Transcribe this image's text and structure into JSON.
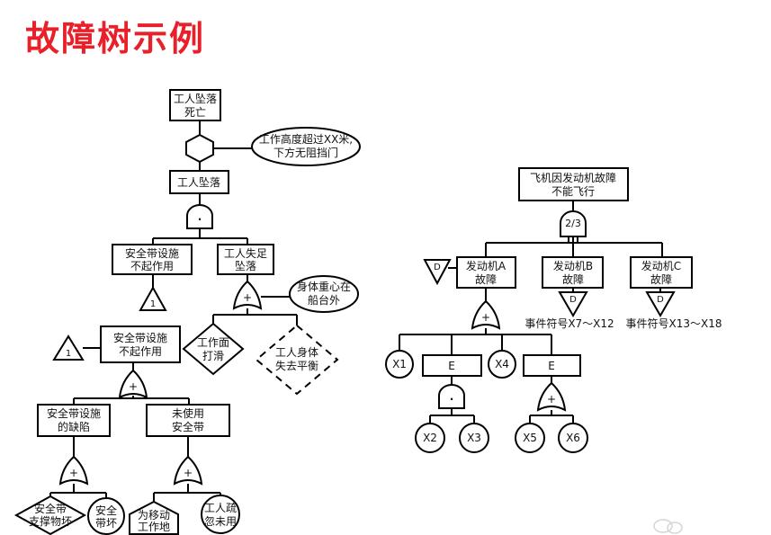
{
  "title": "故障树示例",
  "left_tree": {
    "top_event": [
      "工人坠落",
      "死亡"
    ],
    "condition": [
      "工作高度超过XX米,",
      "下方无阻挡门"
    ],
    "event_fall": "工人坠落",
    "and_gate_symbol": "·",
    "belt_fail": [
      "安全带设施",
      "不起作用"
    ],
    "transfer_label": "1",
    "misstep": [
      "工人失足",
      "坠落"
    ],
    "gravity": [
      "身体重心在",
      "船台外"
    ],
    "slippery": [
      "工作面",
      "打滑"
    ],
    "balance": [
      "工人身体",
      "失去平衡"
    ],
    "belt_fail_sub": [
      "安全带设施",
      "不起作用"
    ],
    "belt_defect": [
      "安全带设施",
      "的缺陷"
    ],
    "belt_unused": [
      "未使用",
      "安全带"
    ],
    "support_broken": [
      "安全带",
      "支撑物坏"
    ],
    "belt_broken": [
      "安全",
      "带坏"
    ],
    "moving": [
      "为移动",
      "工作地"
    ],
    "negligence": [
      "工人疏",
      "忽未用"
    ],
    "or_symbol": "+"
  },
  "right_tree": {
    "top_event": [
      "飞机因发动机故障",
      "不能飞行"
    ],
    "vote_gate": "2/3",
    "engine_a": [
      "发动机A",
      "故障"
    ],
    "engine_b": [
      "发动机B",
      "故障"
    ],
    "engine_c": [
      "发动机C",
      "故障"
    ],
    "transfer_d": "D",
    "note_b": "事件符号X7～X12",
    "note_c": "事件符号X13～X18",
    "x1": "X1",
    "x2": "X2",
    "x3": "X3",
    "x4": "X4",
    "x5": "X5",
    "x6": "X6",
    "e": "E"
  }
}
